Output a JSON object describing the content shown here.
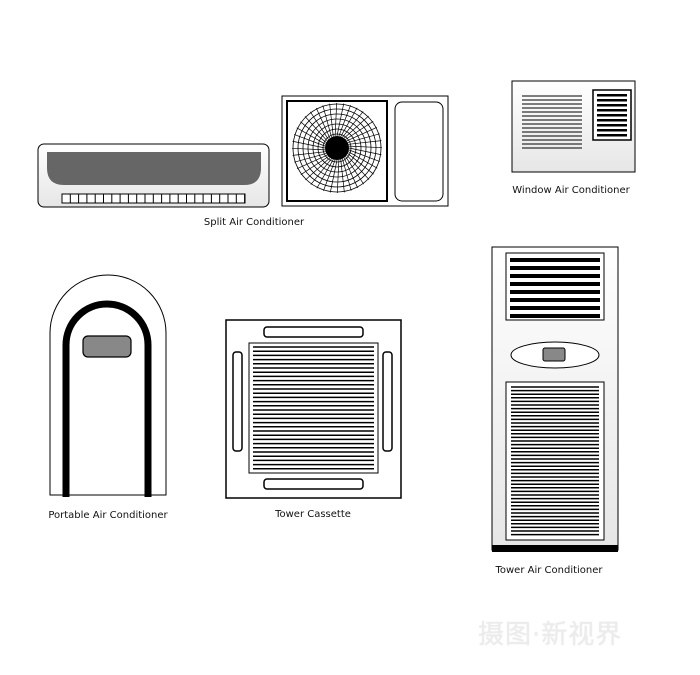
{
  "labels": {
    "split": "Split Air Conditioner",
    "window": "Window Air Conditioner",
    "portable": "Portable Air Conditioner",
    "cassette": "Tower Cassette",
    "tower": "Tower Air Conditioner"
  },
  "watermark": "摄图·新视界",
  "colors": {
    "panel": "#666666",
    "stroke": "#000000",
    "display": "#888888"
  }
}
